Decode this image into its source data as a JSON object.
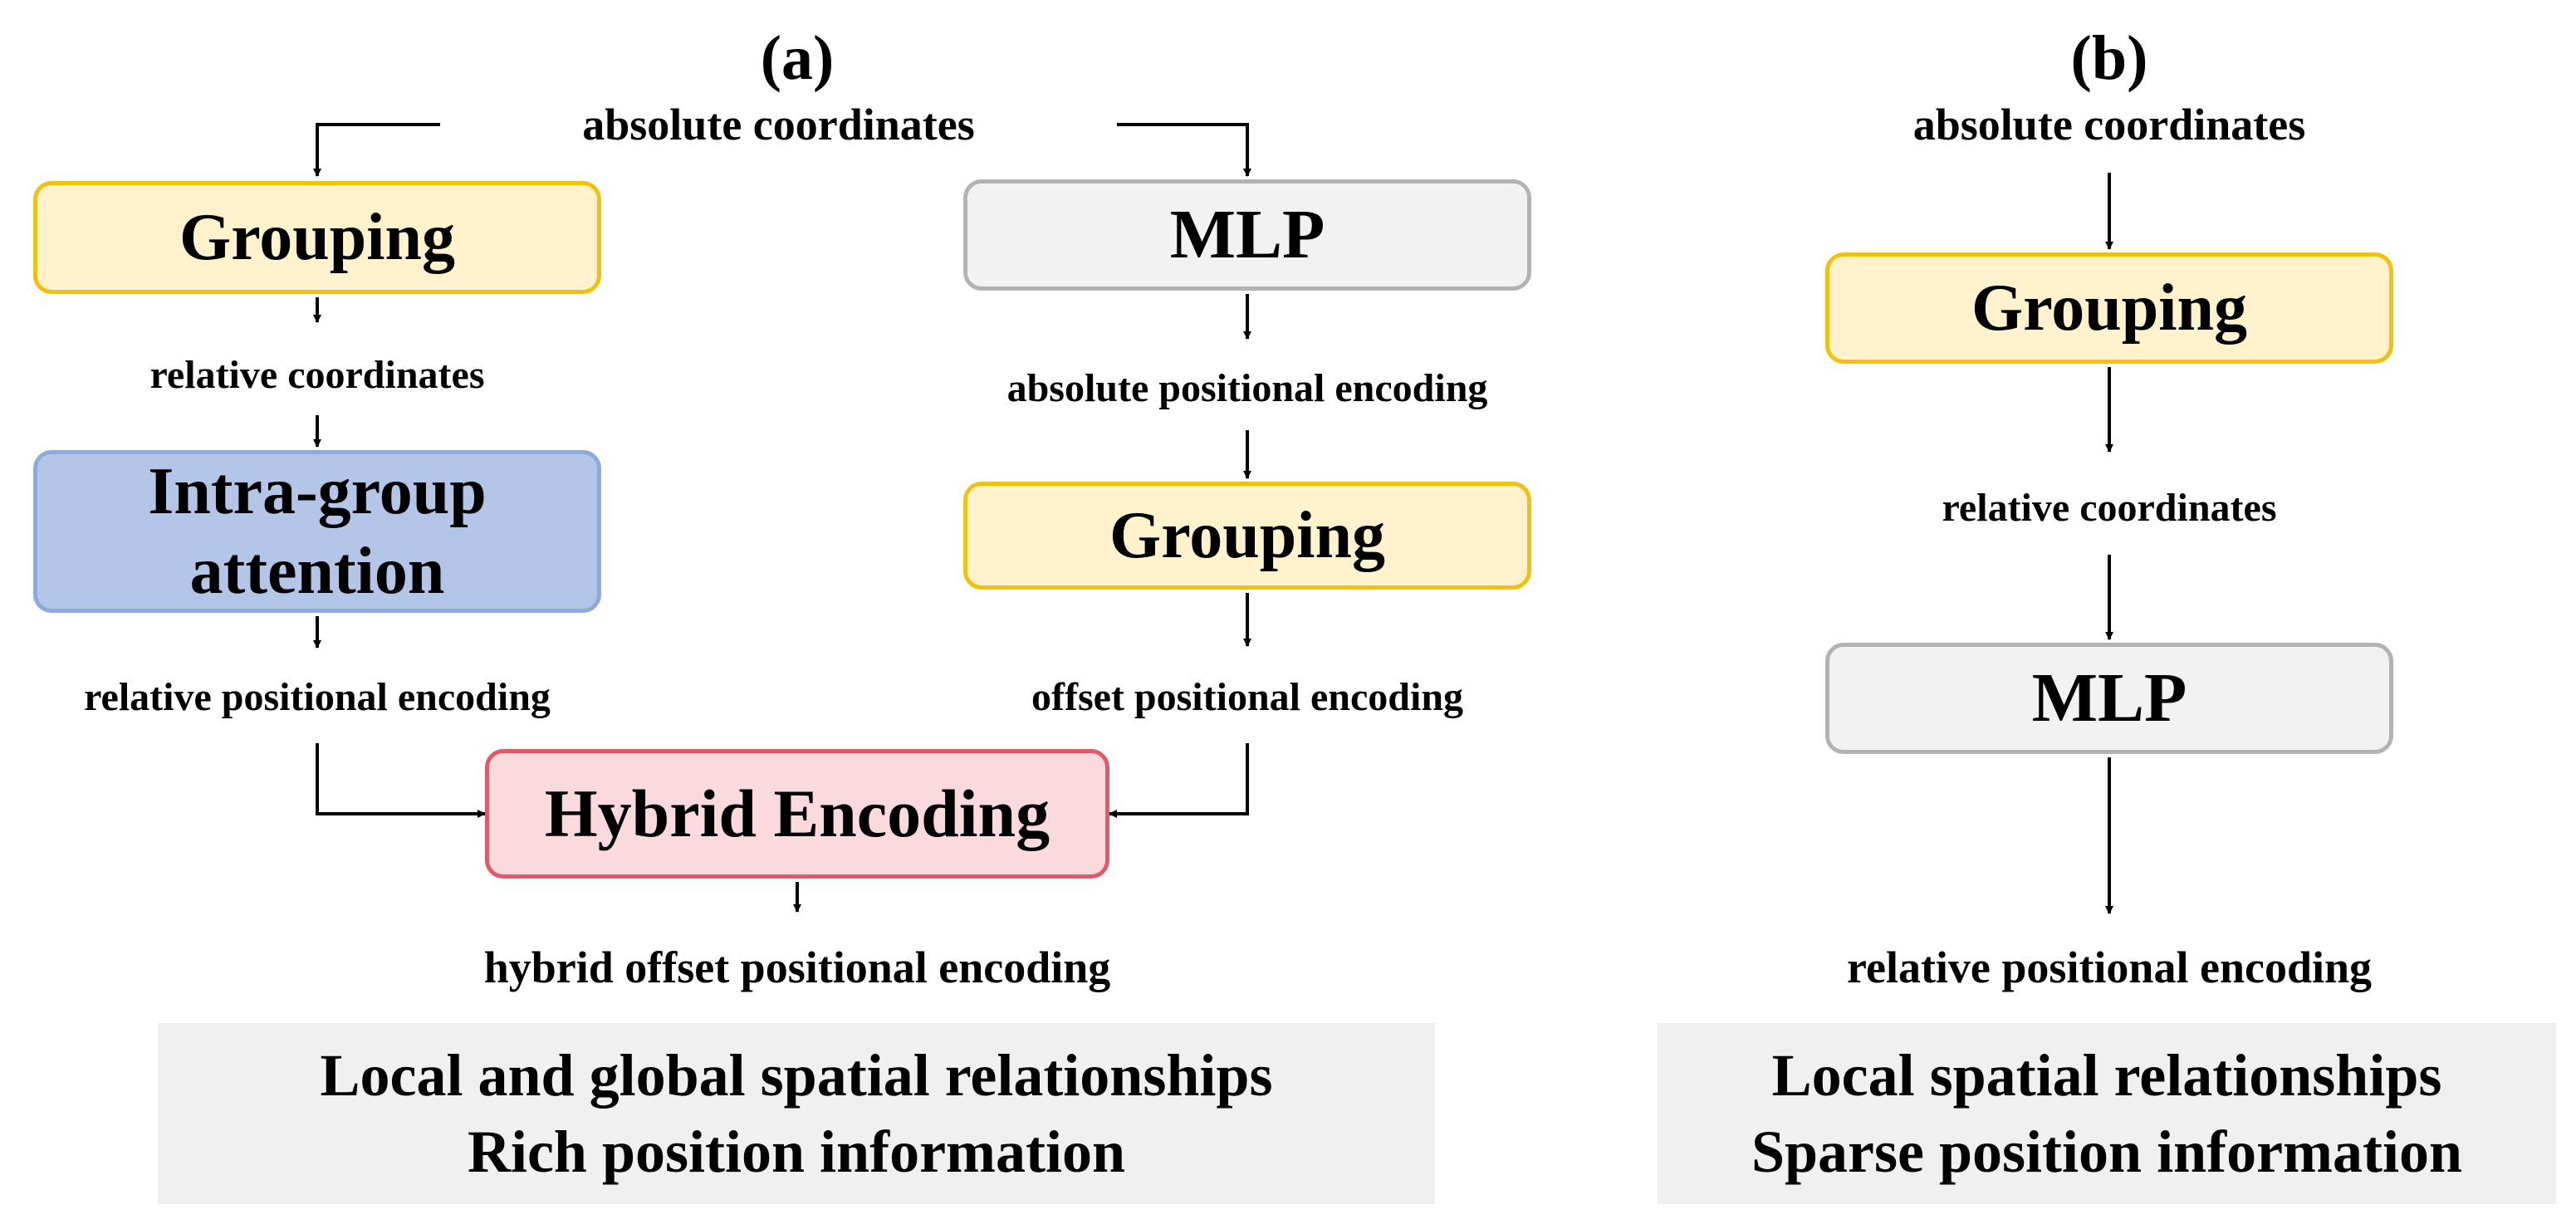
{
  "panel_a": {
    "label": "(a)",
    "input_label": "absolute coordinates",
    "left_branch": {
      "grouping": "Grouping",
      "relative_coordinates": "relative coordinates",
      "attention_line1": "Intra-group",
      "attention_line2": "attention",
      "relative_positional_encoding": "relative positional encoding"
    },
    "right_branch": {
      "mlp": "MLP",
      "absolute_positional_encoding": "absolute positional encoding",
      "grouping": "Grouping",
      "offset_positional_encoding": "offset positional encoding"
    },
    "hybrid": "Hybrid Encoding",
    "output_label": "hybrid offset positional encoding",
    "summary_line1": "Local and global spatial relationships",
    "summary_line2": "Rich position information"
  },
  "panel_b": {
    "label": "(b)",
    "input_label": "absolute coordinates",
    "grouping": "Grouping",
    "relative_coordinates": "relative coordinates",
    "mlp": "MLP",
    "output_label": "relative positional encoding",
    "summary_line1": "Local spatial relationships",
    "summary_line2": "Sparse position information"
  },
  "colors": {
    "grouping_fill": "#FFF2CC",
    "grouping_border": "#F2C10F",
    "mlp_fill": "#F2F2F2",
    "mlp_border": "#B3B3B3",
    "attention_fill": "#B4C6E7",
    "attention_border": "#8EAADB",
    "hybrid_fill": "#FADADD",
    "hybrid_border": "#E05A6A",
    "summary_fill": "#F0F0F0"
  }
}
